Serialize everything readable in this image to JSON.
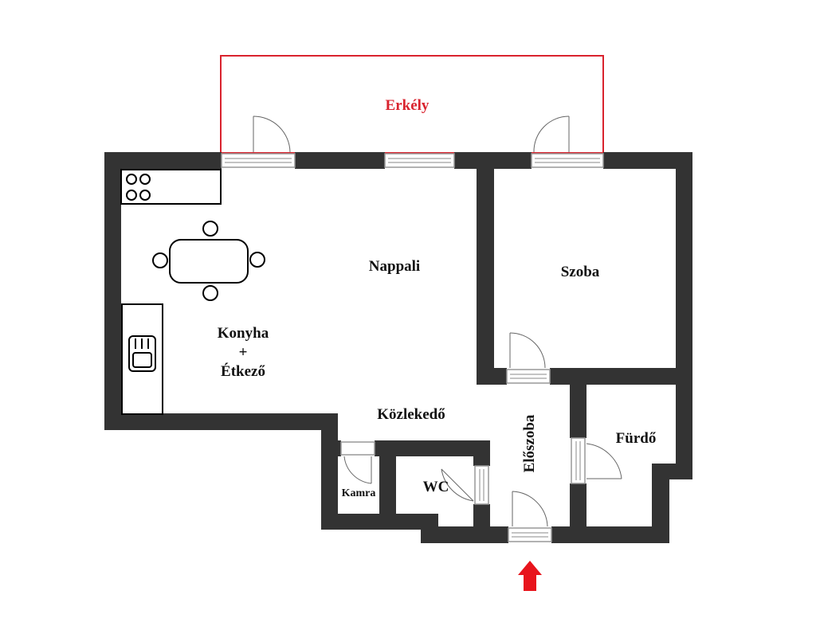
{
  "rooms": {
    "balcony": "Erkély",
    "living": "Nappali",
    "bedroom": "Szoba",
    "kitchen_line1": "Konyha",
    "kitchen_line2": "+",
    "kitchen_line3": "Étkező",
    "corridor": "Közlekedő",
    "hall": "Előszoba",
    "bathroom": "Fürdő",
    "toilet": "WC",
    "pantry": "Kamra"
  },
  "colors": {
    "wall": "#333333",
    "balcony": "#d9232e",
    "entrance_arrow": "#e8141c"
  },
  "icons": [
    "entrance-arrow-icon",
    "stove-icon",
    "sink-icon",
    "dining-table-icon"
  ]
}
